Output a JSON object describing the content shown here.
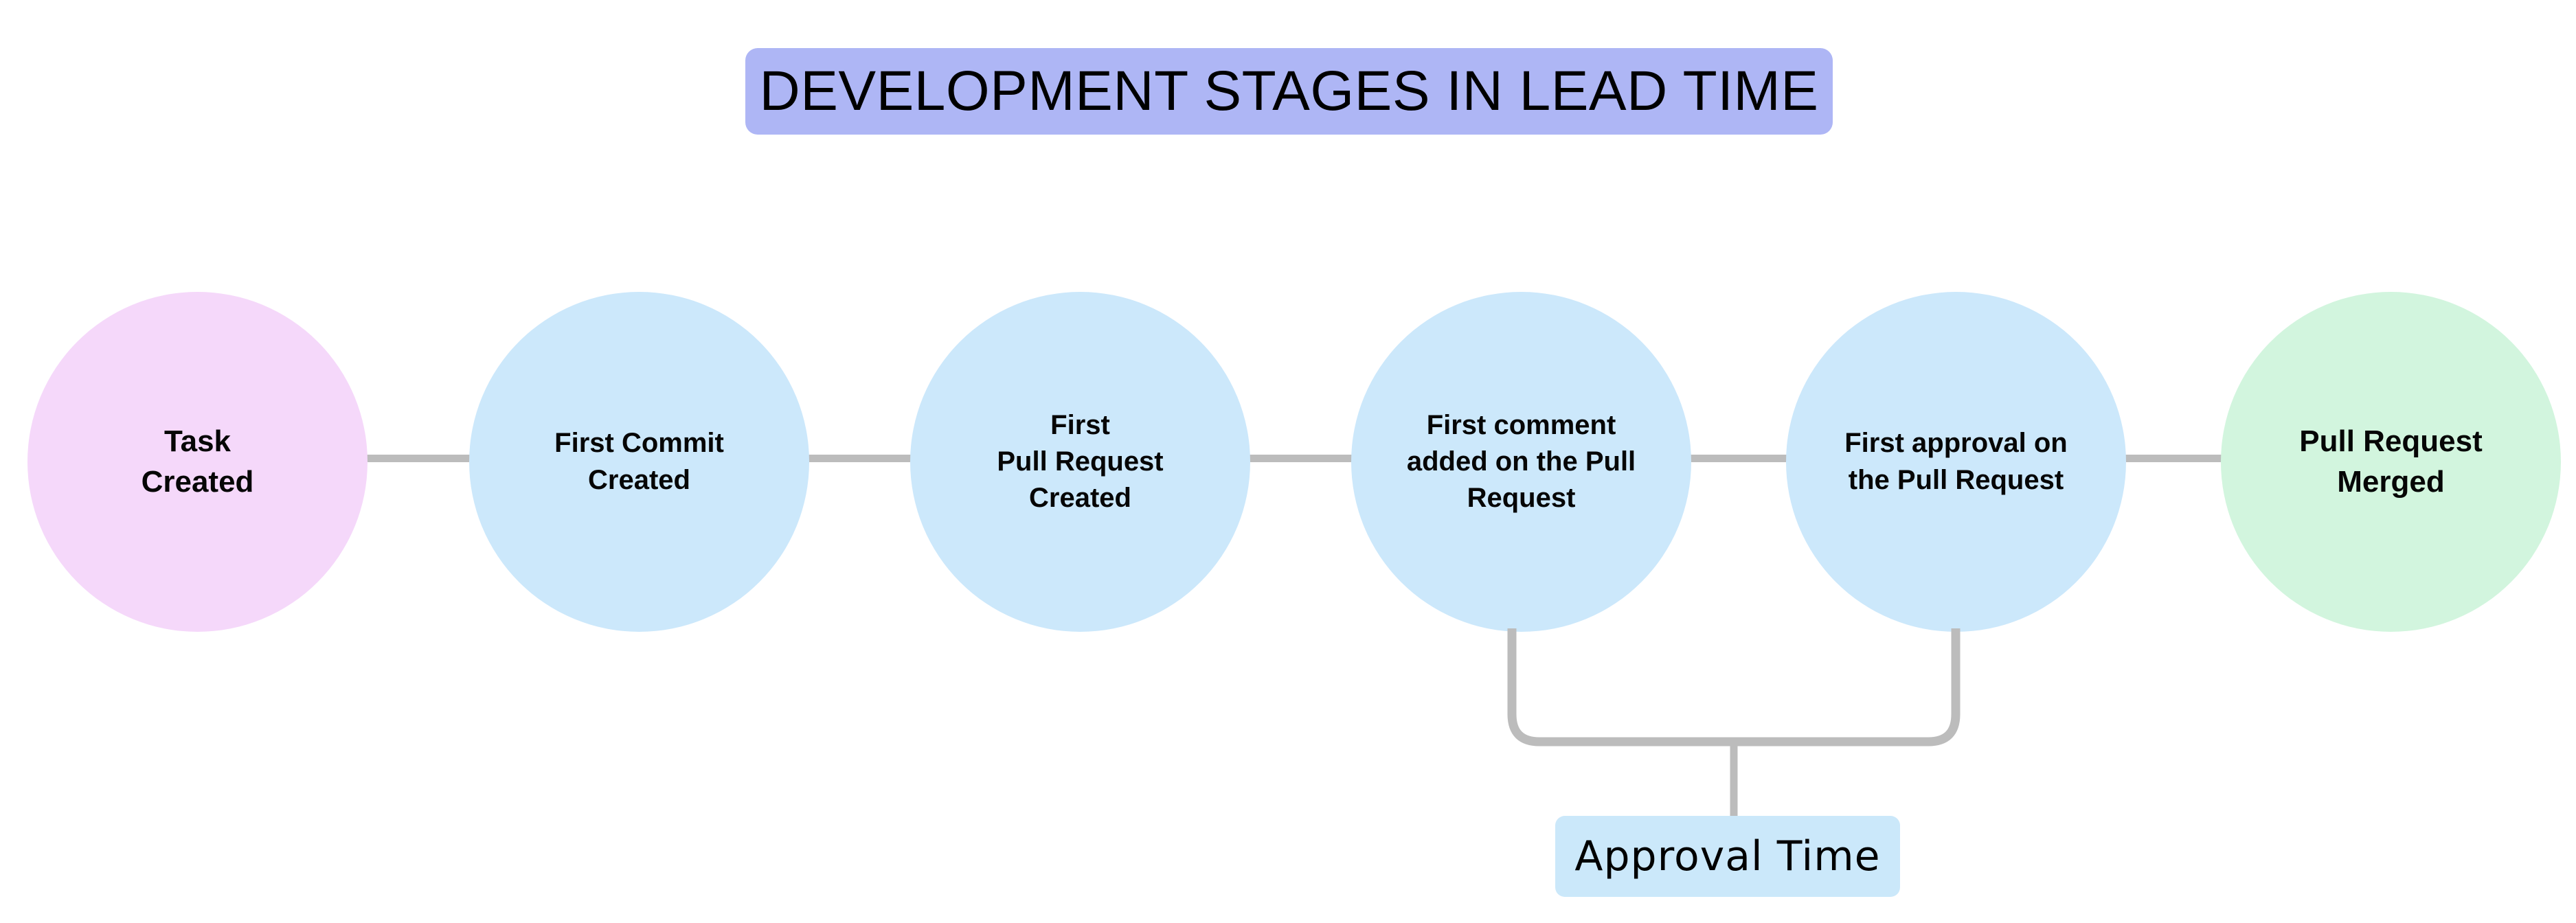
{
  "title": {
    "text": "DEVELOPMENT STAGES IN LEAD TIME",
    "background_color": "#aeb6f5",
    "text_color": "#000000"
  },
  "colors": {
    "start_circle": "#f5d8fa",
    "middle_circle": "#cce8fb",
    "end_circle": "#d2f5de",
    "connector_line": "#bcbcbc",
    "chip_background": "#cbe8fa",
    "page_background": "#ffffff"
  },
  "flow": {
    "stages": [
      {
        "label": "Task\nCreated",
        "color": "#f5d8fa",
        "size": "lg"
      },
      {
        "label": "First Commit\nCreated",
        "color": "#cce8fb",
        "size": "md"
      },
      {
        "label": "First\nPull Request\nCreated",
        "color": "#cce8fb",
        "size": "md"
      },
      {
        "label": "First comment\nadded on the Pull\nRequest",
        "color": "#cce8fb",
        "size": "md"
      },
      {
        "label": "First approval on\nthe Pull Request",
        "color": "#cce8fb",
        "size": "md"
      },
      {
        "label": "Pull Request\nMerged",
        "color": "#d2f5de",
        "size": "lg"
      }
    ]
  },
  "annotation": {
    "label": "Approval Time",
    "spans_from_stage": "First comment added on the Pull Request",
    "spans_to_stage": "First approval on the Pull Request",
    "background_color": "#cbe8fa"
  }
}
